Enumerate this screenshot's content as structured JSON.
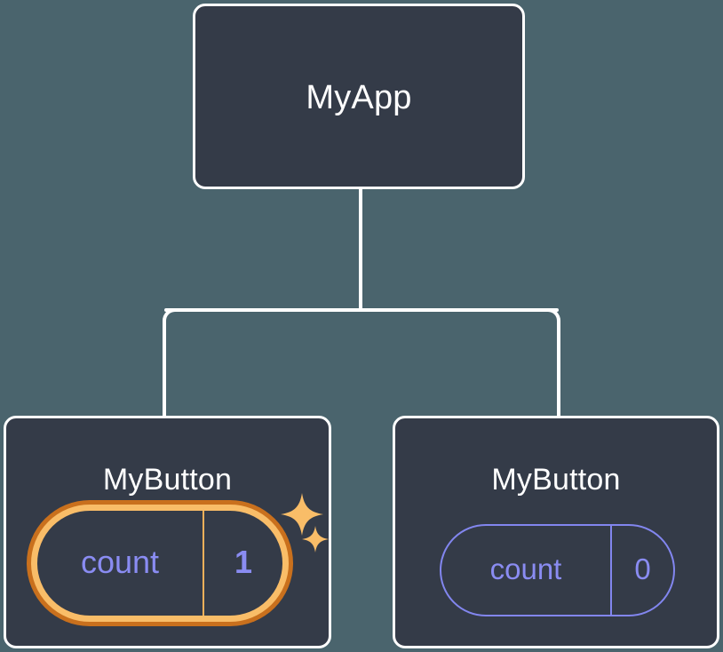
{
  "diagram": {
    "type": "component-tree",
    "background_color": "#4a646d",
    "node_fill_color": "#343b48",
    "node_border_color": "#ffffff",
    "edge_color": "#ffffff",
    "highlight_ring_inner_color": "#f9bd68",
    "highlight_ring_outer_color": "#c9701d",
    "state_text_color": "#8a8cf2",
    "plain_pill_border_color": "#8286ef",
    "sparkle_color": "#f9bd68"
  },
  "root": {
    "label": "MyApp"
  },
  "children": [
    {
      "label": "MyButton",
      "state": {
        "key": "count",
        "value": "1"
      },
      "highlighted": true,
      "sparkles": [
        {
          "name": "sparkle-large"
        },
        {
          "name": "sparkle-small"
        }
      ]
    },
    {
      "label": "MyButton",
      "state": {
        "key": "count",
        "value": "0"
      },
      "highlighted": false
    }
  ]
}
